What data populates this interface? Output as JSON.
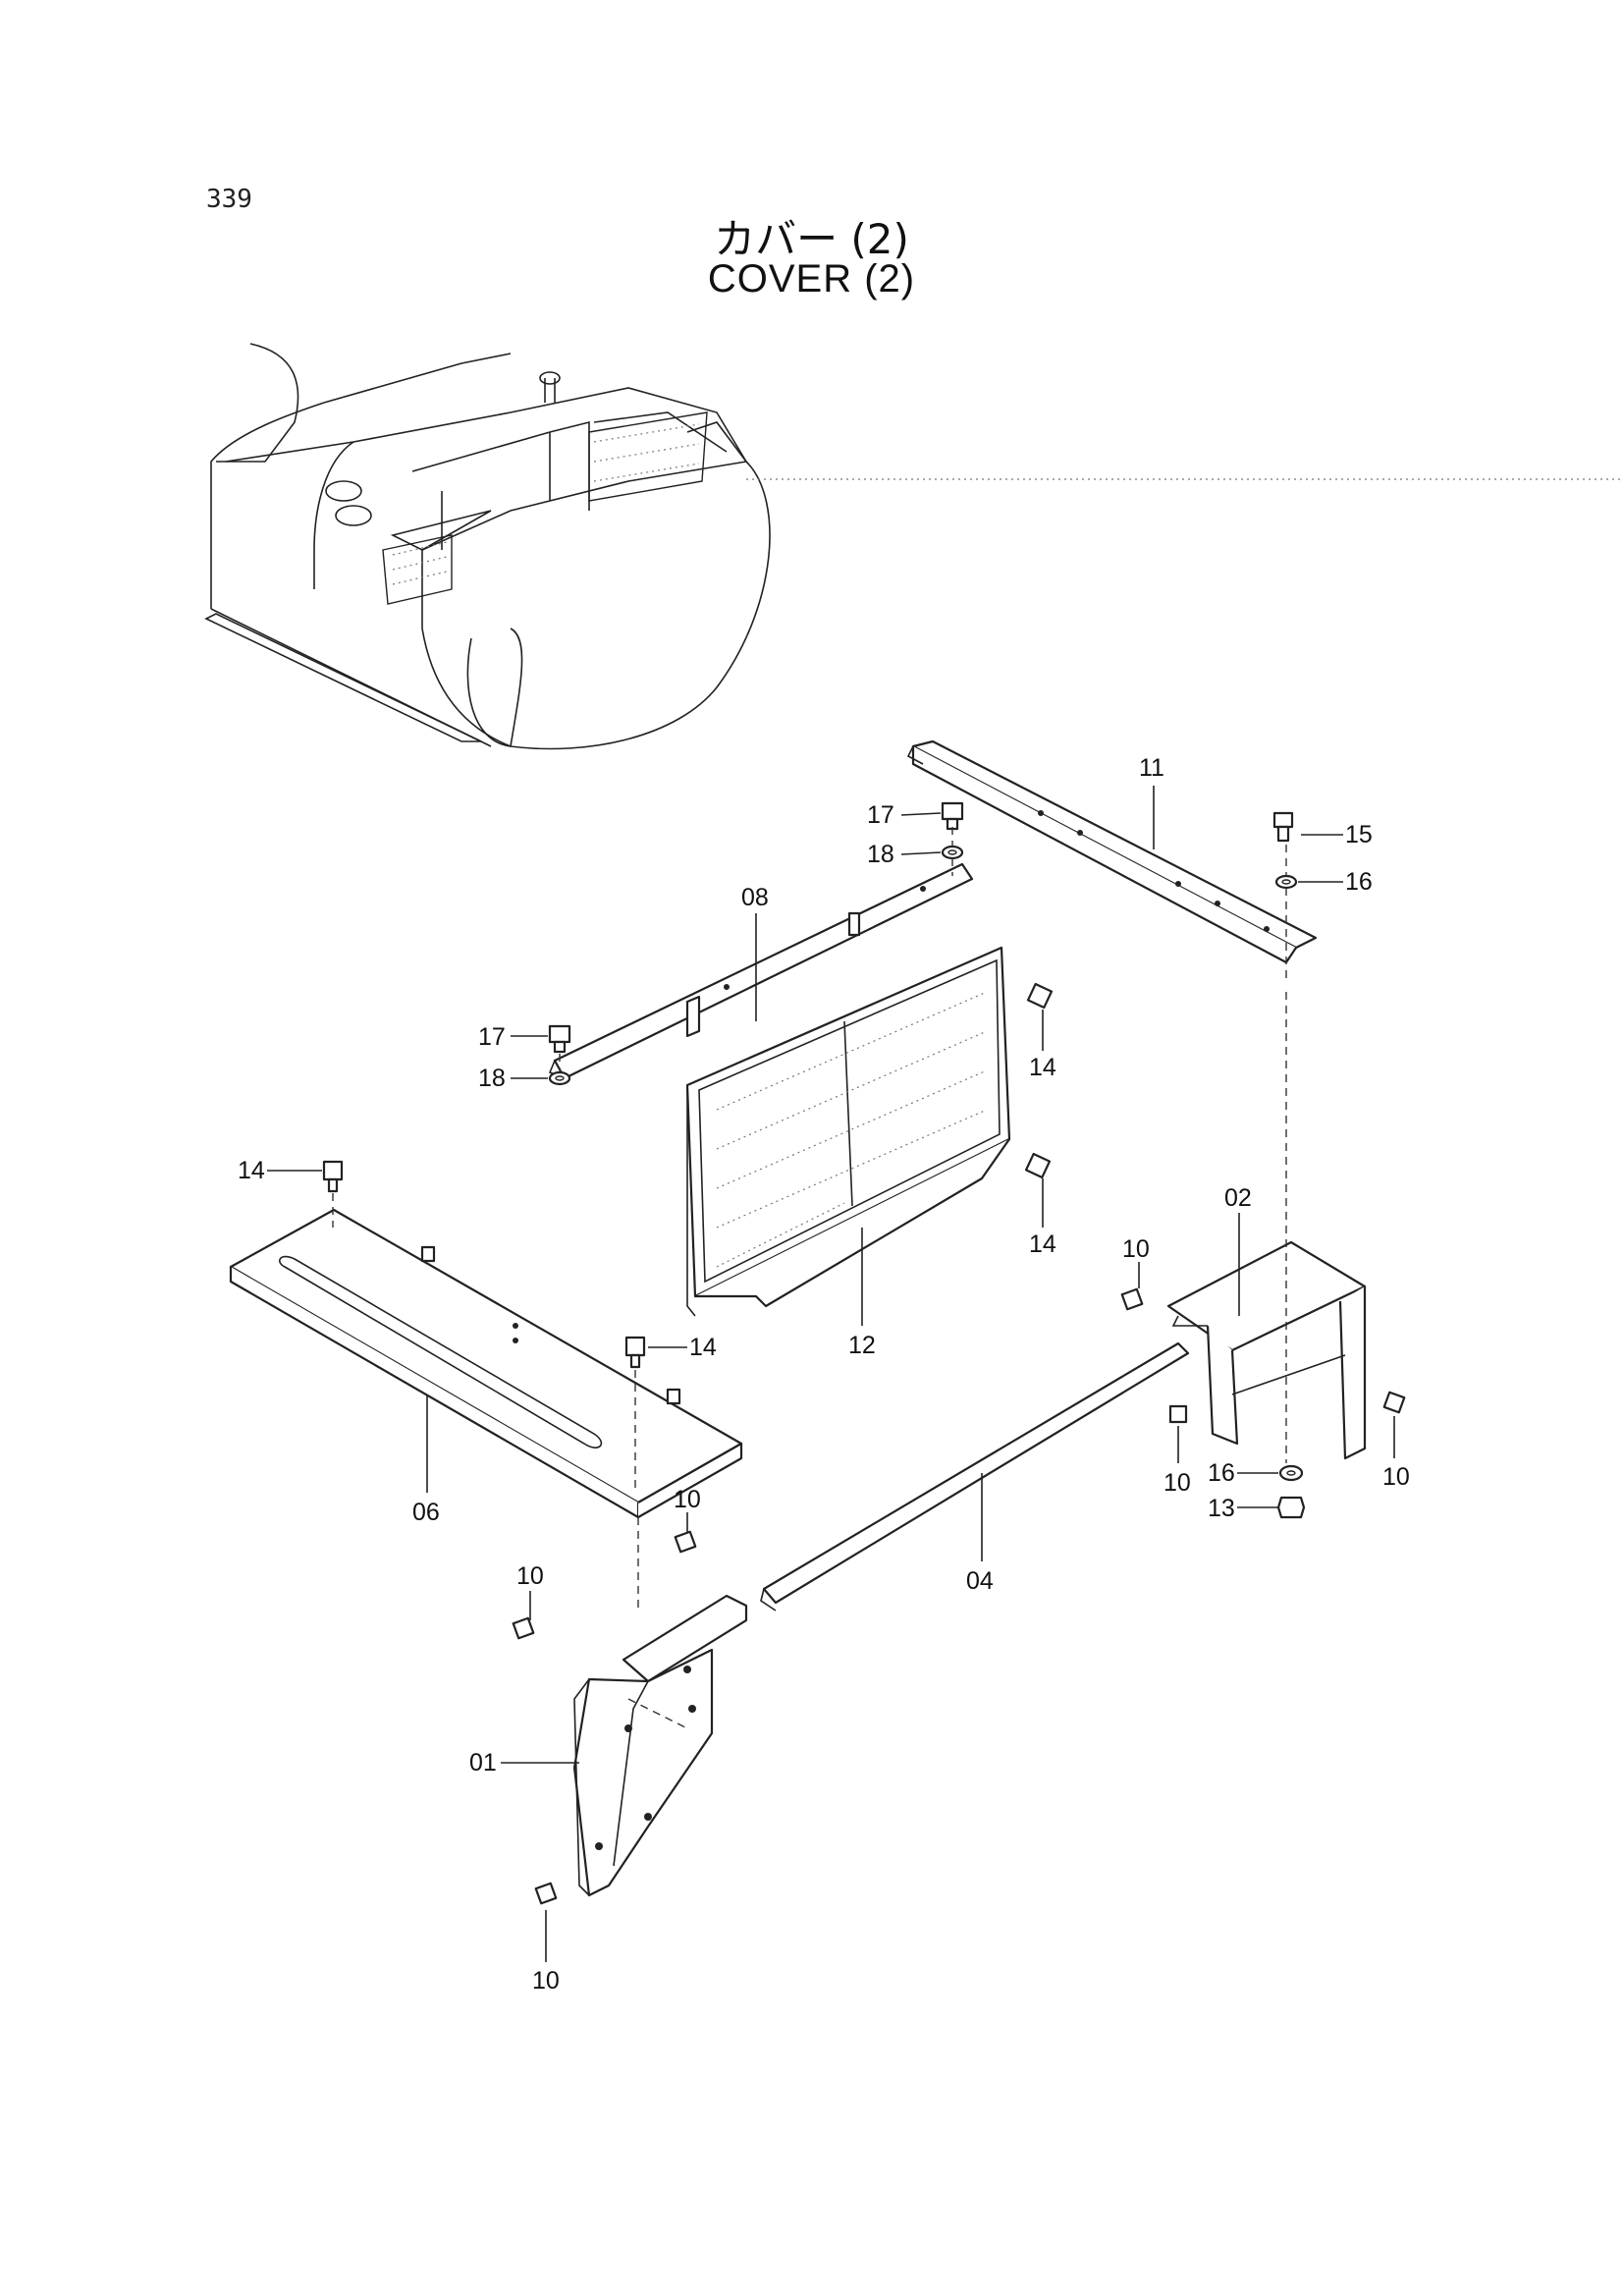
{
  "page": {
    "number": "339",
    "title_jp": "カバー (2)",
    "title_en": "COVER (2)"
  },
  "callouts": [
    {
      "id": "c-11",
      "text": "11"
    },
    {
      "id": "c-17a",
      "text": "17"
    },
    {
      "id": "c-18a",
      "text": "18"
    },
    {
      "id": "c-15",
      "text": "15"
    },
    {
      "id": "c-16a",
      "text": "16"
    },
    {
      "id": "c-08",
      "text": "08"
    },
    {
      "id": "c-17b",
      "text": "17"
    },
    {
      "id": "c-18b",
      "text": "18"
    },
    {
      "id": "c-14a",
      "text": "14"
    },
    {
      "id": "c-14b",
      "text": "14"
    },
    {
      "id": "c-14c",
      "text": "14"
    },
    {
      "id": "c-14d",
      "text": "14"
    },
    {
      "id": "c-12",
      "text": "12"
    },
    {
      "id": "c-02",
      "text": "02"
    },
    {
      "id": "c-10a",
      "text": "10"
    },
    {
      "id": "c-10b",
      "text": "10"
    },
    {
      "id": "c-10c",
      "text": "10"
    },
    {
      "id": "c-10d",
      "text": "10"
    },
    {
      "id": "c-10e",
      "text": "10"
    },
    {
      "id": "c-10f",
      "text": "10"
    },
    {
      "id": "c-06",
      "text": "06"
    },
    {
      "id": "c-16b",
      "text": "16"
    },
    {
      "id": "c-13",
      "text": "13"
    },
    {
      "id": "c-04",
      "text": "04"
    },
    {
      "id": "c-01",
      "text": "01"
    }
  ]
}
